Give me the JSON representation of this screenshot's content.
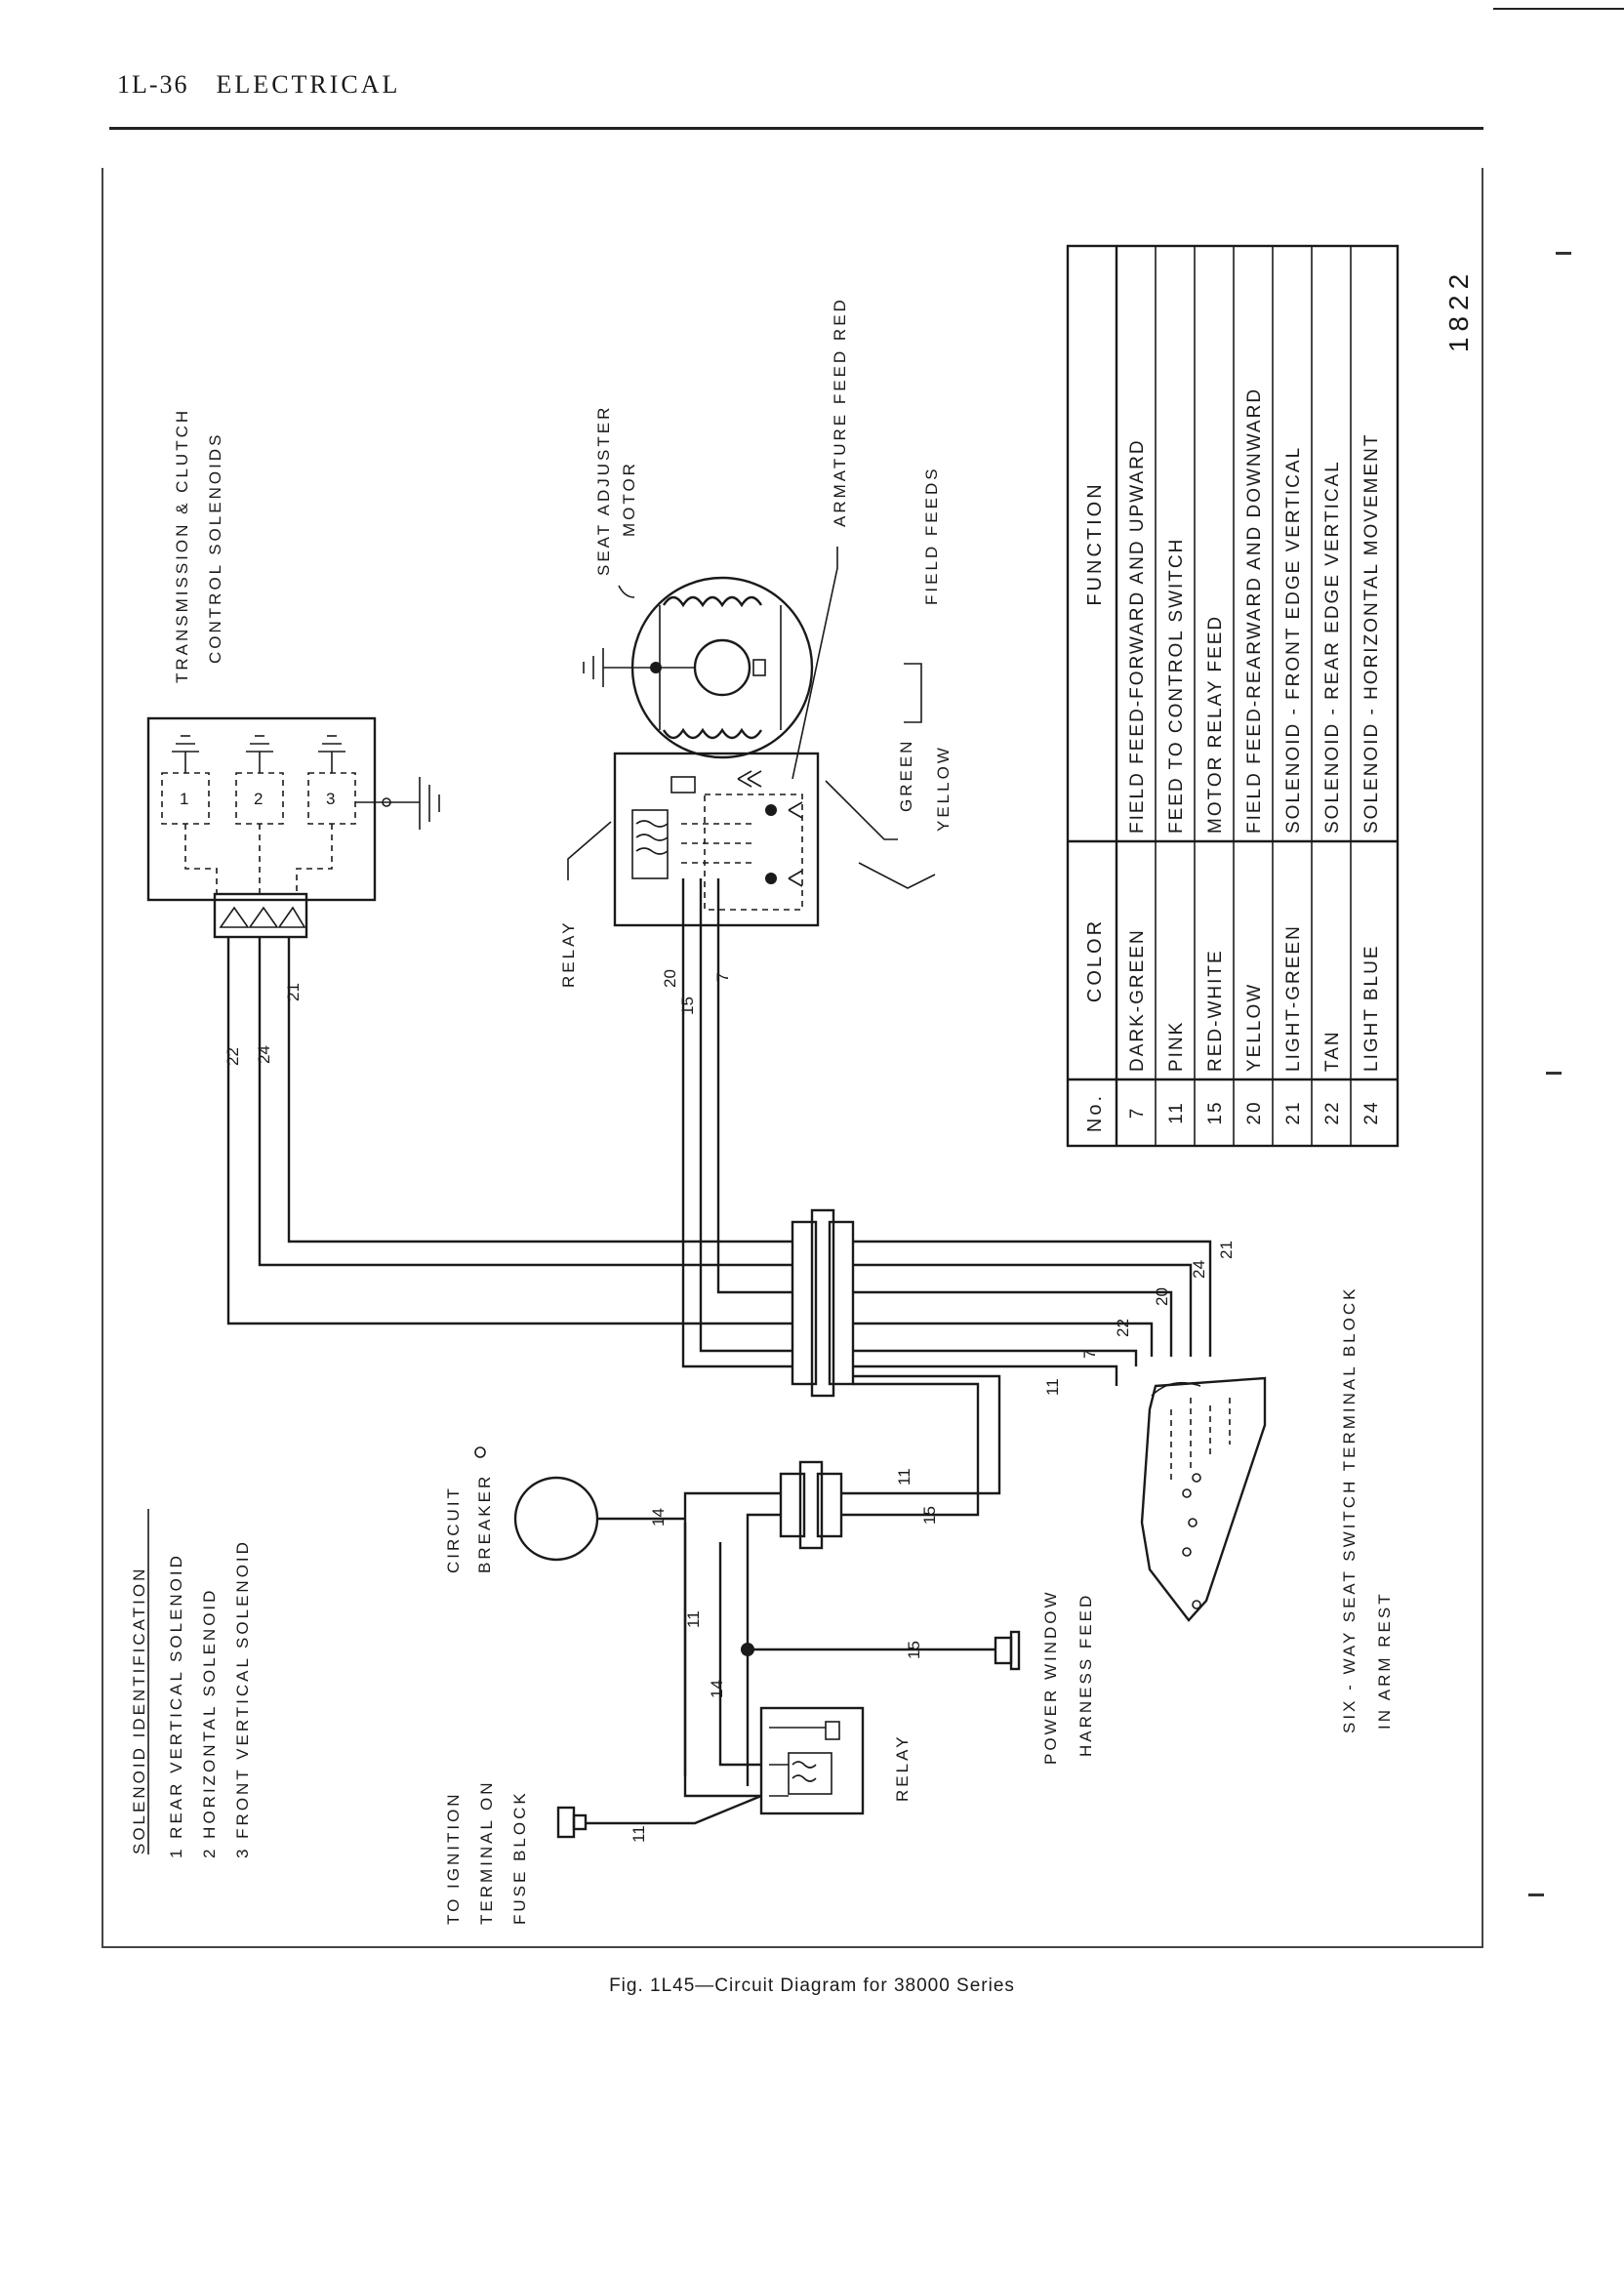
{
  "header": {
    "page": "1L-36",
    "section": "ELECTRICAL"
  },
  "figure_number": "1822",
  "caption": "Fig. 1L45—Circuit Diagram for 38000 Series",
  "labels": {
    "trans_solenoids": [
      "TRANSMISSION & CLUTCH",
      "CONTROL SOLENOIDS"
    ],
    "seat_motor": [
      "SEAT ADJUSTER",
      "MOTOR"
    ],
    "armature_feed": "ARMATURE FEED  RED",
    "field_feeds": "FIELD FEEDS",
    "green": "GREEN",
    "yellow": "YELLOW",
    "relay_top": "RELAY",
    "relay_bottom": "RELAY",
    "circuit_breaker": [
      "CIRCUIT",
      "BREAKER"
    ],
    "ignition": [
      "TO IGNITION",
      "TERMINAL ON",
      "FUSE BLOCK"
    ],
    "power_window": [
      "POWER WINDOW",
      "HARNESS FEED"
    ],
    "switch_block": [
      "SIX - WAY SEAT SWITCH TERMINAL BLOCK",
      "IN  ARM  REST"
    ]
  },
  "solenoid_id": {
    "title": "SOLENOID IDENTIFICATION",
    "items": [
      "1  REAR VERTICAL SOLENOID",
      "2  HORIZONTAL SOLENOID",
      "3  FRONT VERTICAL SOLENOID"
    ]
  },
  "solenoid_numbers": [
    "1",
    "2",
    "3"
  ],
  "wire_numbers": {
    "w22": "22",
    "w24": "24",
    "w21": "21",
    "w20": "20",
    "w15": "15",
    "w7": "7",
    "b21": "21",
    "b24": "24",
    "b20": "20",
    "b22": "22",
    "b7": "7",
    "b11": "11",
    "c11": "11",
    "c15": "15",
    "c14": "14",
    "l11": "11",
    "l14": "14",
    "p15": "15",
    "i11": "11"
  },
  "wire_table": {
    "headers": [
      "No.",
      "COLOR",
      "FUNCTION"
    ],
    "rows": [
      [
        "7",
        "DARK-GREEN",
        "FIELD FEED-FORWARD AND UPWARD"
      ],
      [
        "11",
        "PINK",
        "FEED TO CONTROL SWITCH"
      ],
      [
        "15",
        "RED-WHITE",
        "MOTOR RELAY FEED"
      ],
      [
        "20",
        "YELLOW",
        "FIELD FEED-REARWARD AND DOWNWARD"
      ],
      [
        "21",
        "LIGHT-GREEN",
        "SOLENOID - FRONT EDGE VERTICAL"
      ],
      [
        "22",
        "TAN",
        "SOLENOID - REAR EDGE VERTICAL"
      ],
      [
        "24",
        "LIGHT BLUE",
        "SOLENOID - HORIZONTAL MOVEMENT"
      ]
    ]
  }
}
